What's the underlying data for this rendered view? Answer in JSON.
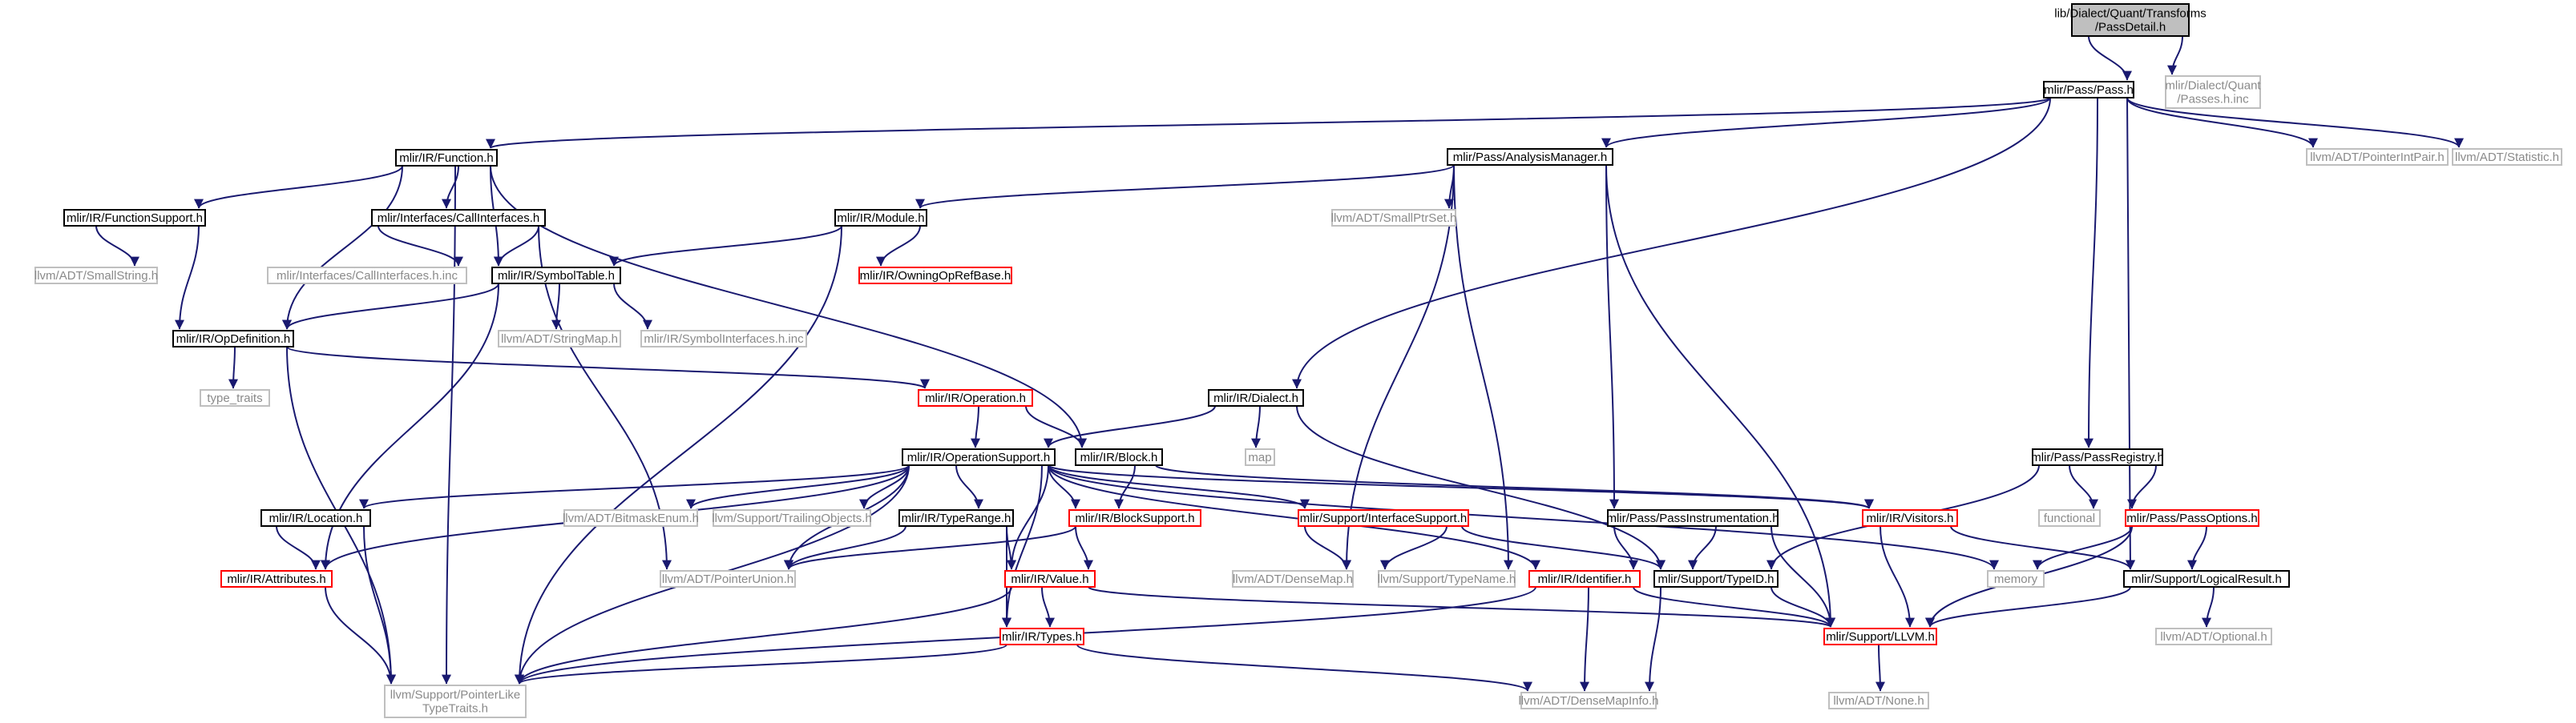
{
  "graph": {
    "kind": "include-dependency-graph",
    "colors": {
      "edge": "#191970",
      "current_fill": "#bfbfbf",
      "documented_border": "#000000",
      "incomplete_border": "#ff0000",
      "external_border": "#bfbfbf",
      "external_text": "#8a8a8a"
    },
    "nodes": [
      {
        "id": "root",
        "lines": [
          "lib/Dialect/Quant/Transforms",
          "/PassDetail.h"
        ],
        "style": "cur"
      },
      {
        "id": "passh",
        "lines": [
          "mlir/Pass/Pass.h"
        ],
        "style": "bl"
      },
      {
        "id": "passesinc",
        "lines": [
          "mlir/Dialect/Quant",
          "/Passes.h.inc"
        ],
        "style": "gy"
      },
      {
        "id": "func",
        "lines": [
          "mlir/IR/Function.h"
        ],
        "style": "bl"
      },
      {
        "id": "am",
        "lines": [
          "mlir/Pass/AnalysisManager.h"
        ],
        "style": "bl"
      },
      {
        "id": "ptrint",
        "lines": [
          "llvm/ADT/PointerIntPair.h"
        ],
        "style": "gy"
      },
      {
        "id": "stat",
        "lines": [
          "llvm/ADT/Statistic.h"
        ],
        "style": "gy"
      },
      {
        "id": "funcsup",
        "lines": [
          "mlir/IR/FunctionSupport.h"
        ],
        "style": "bl"
      },
      {
        "id": "callif",
        "lines": [
          "mlir/Interfaces/CallInterfaces.h"
        ],
        "style": "bl"
      },
      {
        "id": "module",
        "lines": [
          "mlir/IR/Module.h"
        ],
        "style": "bl"
      },
      {
        "id": "smallptr",
        "lines": [
          "llvm/ADT/SmallPtrSet.h"
        ],
        "style": "gy"
      },
      {
        "id": "smallstr",
        "lines": [
          "llvm/ADT/SmallString.h"
        ],
        "style": "gy"
      },
      {
        "id": "callifinc",
        "lines": [
          "mlir/Interfaces/CallInterfaces.h.inc"
        ],
        "style": "gy"
      },
      {
        "id": "symtab",
        "lines": [
          "mlir/IR/SymbolTable.h"
        ],
        "style": "bl"
      },
      {
        "id": "owning",
        "lines": [
          "mlir/IR/OwningOpRefBase.h"
        ],
        "style": "rd"
      },
      {
        "id": "opdef",
        "lines": [
          "mlir/IR/OpDefinition.h"
        ],
        "style": "bl"
      },
      {
        "id": "strmap",
        "lines": [
          "llvm/ADT/StringMap.h"
        ],
        "style": "gy"
      },
      {
        "id": "syminc",
        "lines": [
          "mlir/IR/SymbolInterfaces.h.inc"
        ],
        "style": "gy"
      },
      {
        "id": "typetraits",
        "lines": [
          "type_traits"
        ],
        "style": "gy"
      },
      {
        "id": "operation",
        "lines": [
          "mlir/IR/Operation.h"
        ],
        "style": "rd"
      },
      {
        "id": "dialect",
        "lines": [
          "mlir/IR/Dialect.h"
        ],
        "style": "bl"
      },
      {
        "id": "map",
        "lines": [
          "map"
        ],
        "style": "gy"
      },
      {
        "id": "opsup",
        "lines": [
          "mlir/IR/OperationSupport.h"
        ],
        "style": "bl"
      },
      {
        "id": "block",
        "lines": [
          "mlir/IR/Block.h"
        ],
        "style": "bl"
      },
      {
        "id": "passreg",
        "lines": [
          "mlir/Pass/PassRegistry.h"
        ],
        "style": "bl"
      },
      {
        "id": "location",
        "lines": [
          "mlir/IR/Location.h"
        ],
        "style": "bl"
      },
      {
        "id": "bitmask",
        "lines": [
          "llvm/ADT/BitmaskEnum.h"
        ],
        "style": "gy"
      },
      {
        "id": "trailing",
        "lines": [
          "llvm/Support/TrailingObjects.h"
        ],
        "style": "gy"
      },
      {
        "id": "typerange",
        "lines": [
          "mlir/IR/TypeRange.h"
        ],
        "style": "bl"
      },
      {
        "id": "blocksup",
        "lines": [
          "mlir/IR/BlockSupport.h"
        ],
        "style": "rd"
      },
      {
        "id": "ifsup",
        "lines": [
          "mlir/Support/InterfaceSupport.h"
        ],
        "style": "rd"
      },
      {
        "id": "passinst",
        "lines": [
          "mlir/Pass/PassInstrumentation.h"
        ],
        "style": "bl"
      },
      {
        "id": "visitors",
        "lines": [
          "mlir/IR/Visitors.h"
        ],
        "style": "rd"
      },
      {
        "id": "functional",
        "lines": [
          "functional"
        ],
        "style": "gy"
      },
      {
        "id": "passopts",
        "lines": [
          "mlir/Pass/PassOptions.h"
        ],
        "style": "rd"
      },
      {
        "id": "attrs",
        "lines": [
          "mlir/IR/Attributes.h"
        ],
        "style": "rd"
      },
      {
        "id": "ptrunion",
        "lines": [
          "llvm/ADT/PointerUnion.h"
        ],
        "style": "gy"
      },
      {
        "id": "value",
        "lines": [
          "mlir/IR/Value.h"
        ],
        "style": "rd"
      },
      {
        "id": "densemap",
        "lines": [
          "llvm/ADT/DenseMap.h"
        ],
        "style": "gy"
      },
      {
        "id": "typename",
        "lines": [
          "llvm/Support/TypeName.h"
        ],
        "style": "gy"
      },
      {
        "id": "ident",
        "lines": [
          "mlir/IR/Identifier.h"
        ],
        "style": "rd"
      },
      {
        "id": "typeid",
        "lines": [
          "mlir/Support/TypeID.h"
        ],
        "style": "bl"
      },
      {
        "id": "memory",
        "lines": [
          "memory"
        ],
        "style": "gy"
      },
      {
        "id": "logres",
        "lines": [
          "mlir/Support/LogicalResult.h"
        ],
        "style": "bl"
      },
      {
        "id": "types",
        "lines": [
          "mlir/IR/Types.h"
        ],
        "style": "rd"
      },
      {
        "id": "llvmh",
        "lines": [
          "mlir/Support/LLVM.h"
        ],
        "style": "rd"
      },
      {
        "id": "optional",
        "lines": [
          "llvm/ADT/Optional.h"
        ],
        "style": "gy"
      },
      {
        "id": "ptrlike",
        "lines": [
          "llvm/Support/PointerLike",
          "TypeTraits.h"
        ],
        "style": "gy"
      },
      {
        "id": "densemapinfo",
        "lines": [
          "llvm/ADT/DenseMapInfo.h"
        ],
        "style": "gy"
      },
      {
        "id": "none",
        "lines": [
          "llvm/ADT/None.h"
        ],
        "style": "gy"
      }
    ],
    "edges": [
      [
        "root",
        "passh"
      ],
      [
        "root",
        "passesinc"
      ],
      [
        "passh",
        "func"
      ],
      [
        "passh",
        "am"
      ],
      [
        "passh",
        "dialect"
      ],
      [
        "passh",
        "passreg"
      ],
      [
        "passh",
        "logres"
      ],
      [
        "passh",
        "ptrint"
      ],
      [
        "passh",
        "stat"
      ],
      [
        "func",
        "funcsup"
      ],
      [
        "func",
        "callif"
      ],
      [
        "func",
        "symtab"
      ],
      [
        "func",
        "opdef"
      ],
      [
        "func",
        "block"
      ],
      [
        "func",
        "ptrlike"
      ],
      [
        "am",
        "module"
      ],
      [
        "am",
        "smallptr"
      ],
      [
        "am",
        "densemap"
      ],
      [
        "am",
        "typename"
      ],
      [
        "am",
        "passinst"
      ],
      [
        "am",
        "llvmh"
      ],
      [
        "funcsup",
        "smallstr"
      ],
      [
        "funcsup",
        "opdef"
      ],
      [
        "callif",
        "callifinc"
      ],
      [
        "callif",
        "symtab"
      ],
      [
        "callif",
        "ptrunion"
      ],
      [
        "module",
        "symtab"
      ],
      [
        "module",
        "owning"
      ],
      [
        "module",
        "ptrlike"
      ],
      [
        "symtab",
        "opdef"
      ],
      [
        "symtab",
        "strmap"
      ],
      [
        "symtab",
        "syminc"
      ],
      [
        "symtab",
        "attrs"
      ],
      [
        "opdef",
        "typetraits"
      ],
      [
        "opdef",
        "operation"
      ],
      [
        "opdef",
        "ptrlike"
      ],
      [
        "operation",
        "opsup"
      ],
      [
        "operation",
        "block"
      ],
      [
        "dialect",
        "opsup"
      ],
      [
        "dialect",
        "map"
      ],
      [
        "dialect",
        "typeid"
      ],
      [
        "opsup",
        "location"
      ],
      [
        "opsup",
        "bitmask"
      ],
      [
        "opsup",
        "trailing"
      ],
      [
        "opsup",
        "typerange"
      ],
      [
        "opsup",
        "blocksup"
      ],
      [
        "opsup",
        "ifsup"
      ],
      [
        "opsup",
        "visitors"
      ],
      [
        "opsup",
        "ident"
      ],
      [
        "opsup",
        "memory"
      ],
      [
        "opsup",
        "attrs"
      ],
      [
        "opsup",
        "ptrunion"
      ],
      [
        "opsup",
        "value"
      ],
      [
        "opsup",
        "types"
      ],
      [
        "opsup",
        "ptrlike"
      ],
      [
        "block",
        "blocksup"
      ],
      [
        "block",
        "visitors"
      ],
      [
        "passreg",
        "functional"
      ],
      [
        "passreg",
        "passopts"
      ],
      [
        "passreg",
        "typeid"
      ],
      [
        "location",
        "attrs"
      ],
      [
        "location",
        "ptrlike"
      ],
      [
        "typerange",
        "value"
      ],
      [
        "typerange",
        "types"
      ],
      [
        "typerange",
        "ptrunion"
      ],
      [
        "blocksup",
        "value"
      ],
      [
        "blocksup",
        "ptrunion"
      ],
      [
        "ifsup",
        "densemap"
      ],
      [
        "ifsup",
        "typename"
      ],
      [
        "ifsup",
        "typeid"
      ],
      [
        "passinst",
        "ident"
      ],
      [
        "passinst",
        "typeid"
      ],
      [
        "passinst",
        "llvmh"
      ],
      [
        "visitors",
        "logres"
      ],
      [
        "visitors",
        "llvmh"
      ],
      [
        "passopts",
        "memory"
      ],
      [
        "passopts",
        "logres"
      ],
      [
        "passopts",
        "llvmh"
      ],
      [
        "attrs",
        "ptrlike"
      ],
      [
        "value",
        "types"
      ],
      [
        "value",
        "llvmh"
      ],
      [
        "value",
        "ptrlike"
      ],
      [
        "ident",
        "densemapinfo"
      ],
      [
        "ident",
        "llvmh"
      ],
      [
        "ident",
        "ptrlike"
      ],
      [
        "typeid",
        "densemapinfo"
      ],
      [
        "typeid",
        "llvmh"
      ],
      [
        "logres",
        "llvmh"
      ],
      [
        "logres",
        "optional"
      ],
      [
        "types",
        "densemapinfo"
      ],
      [
        "types",
        "ptrlike"
      ],
      [
        "llvmh",
        "none"
      ]
    ]
  }
}
